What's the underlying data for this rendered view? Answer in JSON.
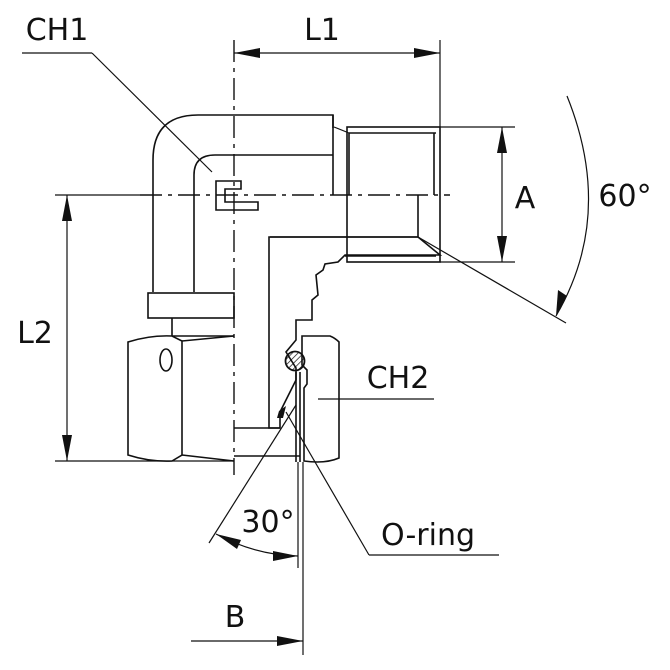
{
  "drawing": {
    "title": "90° swivel elbow fitting with O-ring",
    "colors": {
      "line": "#111111",
      "background": "#ffffff"
    },
    "labels": {
      "ch1": "CH1",
      "ch2": "CH2",
      "l1": "L1",
      "l2": "L2",
      "a": "A",
      "b": "B",
      "angle_60": "60°",
      "angle_30": "30°",
      "o_ring": "O-ring"
    }
  }
}
